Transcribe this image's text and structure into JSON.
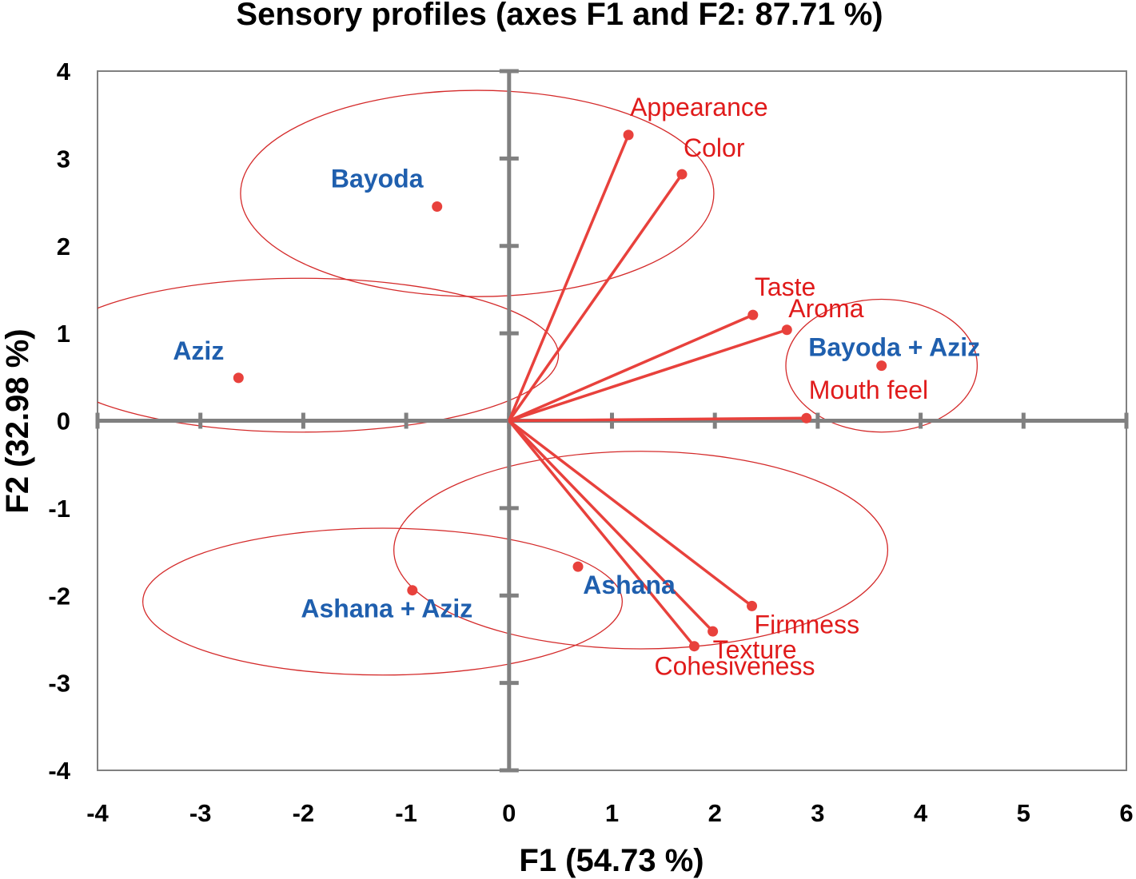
{
  "chart_data": {
    "type": "scatter",
    "title": "Sensory profiles (axes F1 and F2: 87.71 %)",
    "xlabel": "F1 (54.73 %)",
    "ylabel": "F2 (32.98 %)",
    "xlim": [
      -4,
      6
    ],
    "ylim": [
      -4,
      4
    ],
    "xticks": [
      "-4",
      "-3",
      "-2",
      "-1",
      "0",
      "1",
      "2",
      "3",
      "4",
      "5",
      "6"
    ],
    "yticks": [
      "4",
      "3",
      "2",
      "1",
      "0",
      "-1",
      "-2",
      "-3",
      "-4"
    ],
    "grid": false,
    "colors": {
      "variables": "#e8413c",
      "observations": "#1f5fae",
      "axes": "#808080",
      "ellipses": "#d42a2a"
    },
    "variables": [
      {
        "name": "Appearance",
        "x": 1.16,
        "y": 3.27
      },
      {
        "name": "Color",
        "x": 1.68,
        "y": 2.82
      },
      {
        "name": "Taste",
        "x": 2.37,
        "y": 1.21
      },
      {
        "name": "Aroma",
        "x": 2.7,
        "y": 1.04
      },
      {
        "name": "Mouth feel",
        "x": 2.89,
        "y": 0.03
      },
      {
        "name": "Firmness",
        "x": 2.36,
        "y": -2.12
      },
      {
        "name": "Texture",
        "x": 1.98,
        "y": -2.41
      },
      {
        "name": "Cohesiveness",
        "x": 1.8,
        "y": -2.58
      }
    ],
    "observations": [
      {
        "name": "Bayoda",
        "x": -0.7,
        "y": 2.45
      },
      {
        "name": "Aziz",
        "x": -2.63,
        "y": 0.49
      },
      {
        "name": "Bayoda + Aziz",
        "x": 3.62,
        "y": 0.63
      },
      {
        "name": "Ashana",
        "x": 0.67,
        "y": -1.67
      },
      {
        "name": "Ashana + Aziz",
        "x": -0.94,
        "y": -1.94
      }
    ],
    "ellipses": [
      {
        "cx": -0.31,
        "cy": 2.6,
        "rx": 2.3,
        "ry": 1.18
      },
      {
        "cx": -2.02,
        "cy": 0.75,
        "rx": 2.5,
        "ry": 0.88
      },
      {
        "cx": 3.62,
        "cy": 0.63,
        "rx": 0.93,
        "ry": 0.76
      },
      {
        "cx": 1.28,
        "cy": -1.48,
        "rx": 2.4,
        "ry": 1.13
      },
      {
        "cx": -1.23,
        "cy": -2.07,
        "rx": 2.33,
        "ry": 0.84
      }
    ]
  }
}
